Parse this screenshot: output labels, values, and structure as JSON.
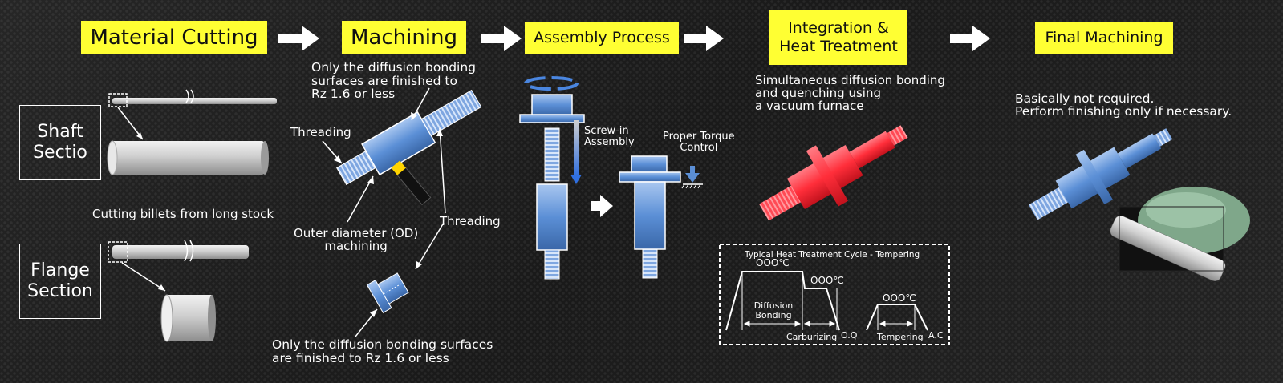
{
  "stages": [
    {
      "id": "material-cutting",
      "label": "Material Cutting"
    },
    {
      "id": "machining",
      "label": "Machining"
    },
    {
      "id": "assembly",
      "label": "Assembly Process"
    },
    {
      "id": "integration",
      "label": "Integration &\nHeat Treatment"
    },
    {
      "id": "final",
      "label": "Final Machining"
    }
  ],
  "cutting": {
    "shaft_label": "Shaft\nSectio",
    "flange_label": "Flange\nSection",
    "caption": "Cutting billets from long stock"
  },
  "machining": {
    "top_note": "Only the diffusion bonding\nsurfaces are finished to\nRz 1.6 or less",
    "threading_left": "Threading",
    "threading_right": "Threading",
    "od_label": "Outer diameter (OD)\nmachining",
    "bottom_note": "Only the diffusion bonding surfaces\nare finished to Rz 1.6 or less"
  },
  "assembly": {
    "screw_label": "Screw-in\nAssembly",
    "torque_label": "Proper Torque\nControl"
  },
  "integration": {
    "note": "Simultaneous diffusion bonding\nand quenching using\na vacuum furnace"
  },
  "heat_cycle": {
    "title": "Typical Heat Treatment Cycle - Tempering",
    "temp1": "OOO℃",
    "temp2": "OOO℃",
    "temp3": "OOO℃",
    "diffusion": "Diffusion\nBonding",
    "carburizing": "Carburizing",
    "oq": "O.Q",
    "tempering": "Tempering",
    "ac": "A.C"
  },
  "final": {
    "note": "Basically not required.\nPerform finishing only if necessary."
  },
  "colors": {
    "stage_bg": "#ffff33",
    "part_blue": "#5b8fd6",
    "heat_red": "#ff2e3a",
    "steel": "#cfcfcf"
  }
}
